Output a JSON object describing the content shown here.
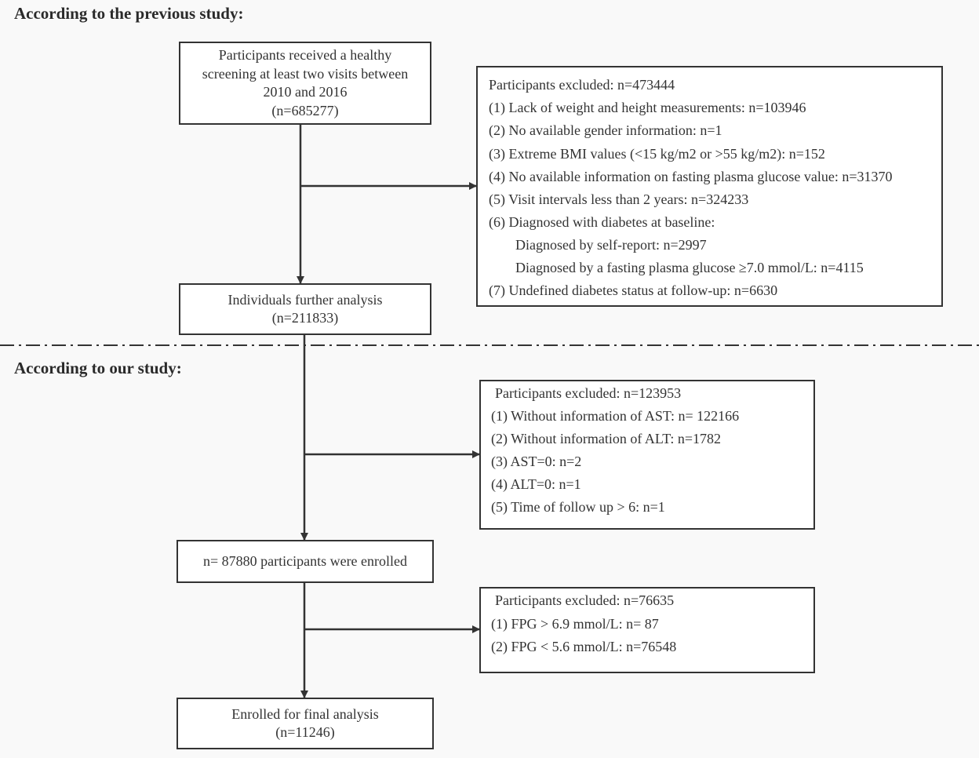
{
  "previous_section": {
    "heading": "According to the previous study:",
    "start_box": [
      "Participants  received a healthy",
      "screening at least two visits between",
      "2010 and 2016",
      "(n=685277)"
    ],
    "exclusion_box": [
      "Participants excluded: n=473444",
      "(1) Lack of weight and height measurements: n=103946",
      "(2) No available gender information: n=1",
      "(3) Extreme BMI values (<15 kg/m2 or >55 kg/m2): n=152",
      "(4) No available information on fasting plasma glucose value: n=31370",
      "(5) Visit intervals less than 2 years: n=324233",
      "(6) Diagnosed with diabetes at baseline:",
      "Diagnosed by self-report:  n=2997",
      "Diagnosed by a fasting plasma glucose ≥7.0 mmol/L: n=4115",
      "(7) Undefined diabetes status at follow-up: n=6630"
    ],
    "result_box": [
      "Individuals further analysis",
      "(n=211833)"
    ]
  },
  "our_section": {
    "heading": "According to our study:",
    "exclusion_box_1": [
      "Participants excluded: n=123953",
      "(1) Without information of AST: n= 122166",
      "(2) Without information of ALT: n=1782",
      "(3) AST=0: n=2",
      "(4) ALT=0: n=1",
      "(5) Time of follow up > 6: n=1"
    ],
    "enrolled_box": [
      "n= 87880 participants were enrolled"
    ],
    "exclusion_box_2": [
      "Participants excluded: n=76635",
      "(1) FPG  > 6.9 mmol/L: n= 87",
      "(2) FPG  < 5.6 mmol/L: n=76548"
    ],
    "final_box": [
      "Enrolled for final analysis",
      "(n=11246)"
    ]
  },
  "colors": {
    "line": "#333333",
    "box_fill": "#ffffff",
    "background": "#f9f9f9"
  }
}
